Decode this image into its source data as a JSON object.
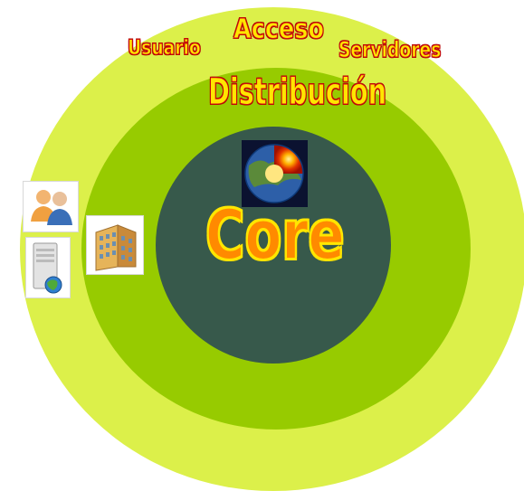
{
  "layers": {
    "outer": {
      "color": "#dcf04a"
    },
    "middle": {
      "color": "#97cb00"
    },
    "core": {
      "color": "#37594b"
    }
  },
  "labels": {
    "usuario": "Usuario",
    "acceso": "Acceso",
    "servidores": "Servidores",
    "distribucion": "Distribución",
    "core": "Core"
  },
  "icons": {
    "users": "users-icon",
    "server": "server-icon",
    "building": "building-icon",
    "earth": "earth-core-icon"
  }
}
